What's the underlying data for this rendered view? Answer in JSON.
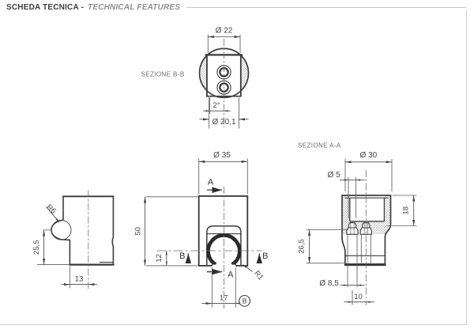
{
  "colors": {
    "outline": "#383838",
    "dimension_text": "#454545",
    "section_label": "#6b6b6b",
    "header_title": "#3d3d3d",
    "header_subtitle": "#8e8e8e",
    "hatch": "#9a9a9a",
    "border": "#cccccc",
    "background": "#ffffff"
  },
  "header": {
    "title": "SCHEDA TECNICA -",
    "subtitle": "TECHNICAL FEATURES"
  },
  "section_bb": {
    "label": "SEZIONE B-B",
    "dim_outer_diameter": "Ø 22",
    "dim_taper_angle": "2°",
    "dim_bottom_diameter": "Ø 20,1"
  },
  "front_view": {
    "dim_width": "Ø 35",
    "dim_height": "50",
    "dim_slot_offset": "12",
    "dim_slot_width": "17",
    "dim_corner_radius": "R1",
    "cut_a_top": "A",
    "cut_a_bottom": "A",
    "cut_b_left": "B",
    "cut_b_right": "B",
    "detail_marker": "B"
  },
  "side_view": {
    "dim_radius": "R6",
    "dim_height": "25,5",
    "dim_width": "13"
  },
  "section_aa": {
    "label": "SEZIONE A-A",
    "dim_outer_diameter": "Ø 30",
    "dim_hole_diameter": "Ø 5",
    "dim_socket_depth": "18",
    "dim_lower_height": "26,5",
    "dim_counterbore": "Ø 8,5",
    "dim_hole_spacing": "10"
  }
}
